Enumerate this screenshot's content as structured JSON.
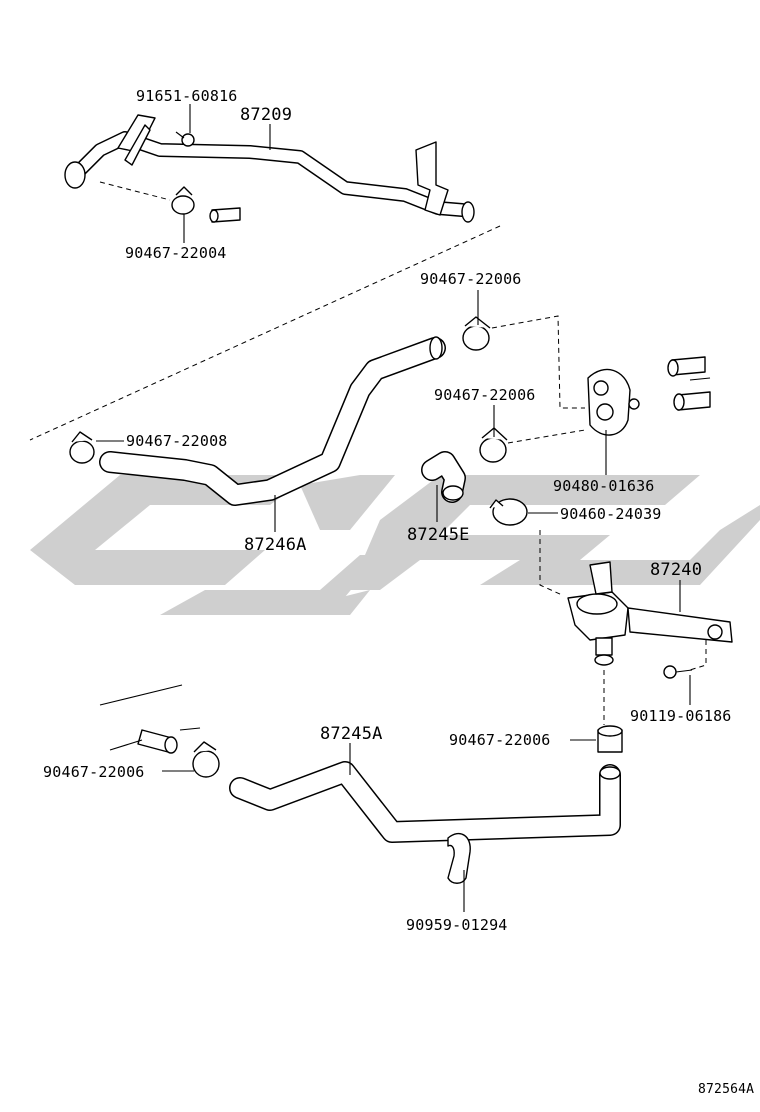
{
  "parts": {
    "p91651_60816": "91651-60816",
    "p87209": "87209",
    "p90467_22004": "90467-22004",
    "p90467_22006_top": "90467-22006",
    "p90467_22006_mid": "90467-22006",
    "p90467_22008": "90467-22008",
    "p90480_01636": "90480-01636",
    "p90460_24039": "90460-24039",
    "p87246A": "87246A",
    "p87245E": "87245E",
    "p87240": "87240",
    "p90119_06186": "90119-06186",
    "p87245A": "87245A",
    "p90467_22006_right": "90467-22006",
    "p90467_22006_left": "90467-22006",
    "p90959_01294": "90959-01294"
  },
  "figure_id": "872564A"
}
